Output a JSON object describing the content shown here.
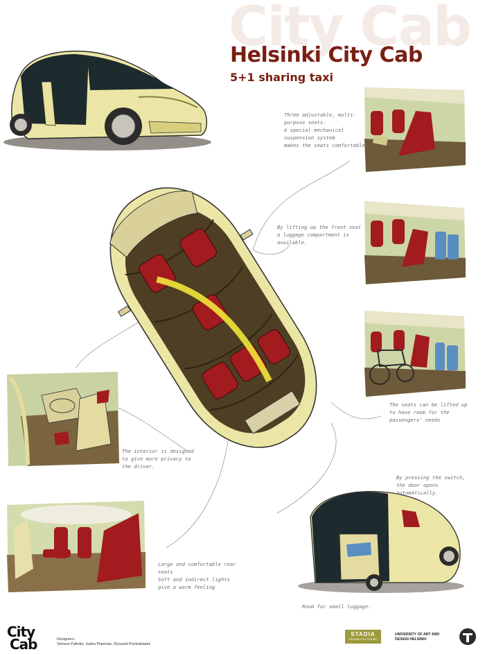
{
  "watermark": "City Cab",
  "title": "Helsinki City Cab",
  "subtitle": "5+1 sharing taxi",
  "notes": {
    "seats": [
      "Three adjustable, multi-",
      "purpose seats.",
      "A special mechanical",
      "suspension system",
      "makes the seats comfortable"
    ],
    "luggage": [
      "By lifting up the front seat",
      "a luggage compartment is",
      "available."
    ],
    "passenger": [
      "The seats can be lifted up",
      "to have room for the",
      "passengers' needs"
    ],
    "driver": [
      "The interior is designed",
      "to give more privacy to",
      "the driver."
    ],
    "door": [
      "By pressing the switch,",
      "the door opens automatically."
    ],
    "lounge": [
      "Large and comfortable rear",
      "seats",
      "Soft and indirect lights",
      "give a warm feeling"
    ],
    "trunk": [
      "Room for small luggage."
    ]
  },
  "footer": {
    "logo_top": "City",
    "logo_bottom": "Cab",
    "designers_label": "Designers:",
    "designers_names": "Simone Pallotto, Jukka Planman, Ryszard Poniedzialek",
    "stadia": "STADIA",
    "stadia_sub": "HELSINKI POLYTECHNIC",
    "university_line1": "UNIVERSITY OF ART AND",
    "university_line2": "DESIGN HELSINKI"
  },
  "colors": {
    "title": "#7a1f14",
    "watermark": "#f4ebe6",
    "body": "#ece6a6",
    "seat": "#a11b1f",
    "glass": "#1d2a2e",
    "floor": "#5b4a2a",
    "accent_yellow": "#f1e63a",
    "blue_bag": "#5a8dc0"
  }
}
